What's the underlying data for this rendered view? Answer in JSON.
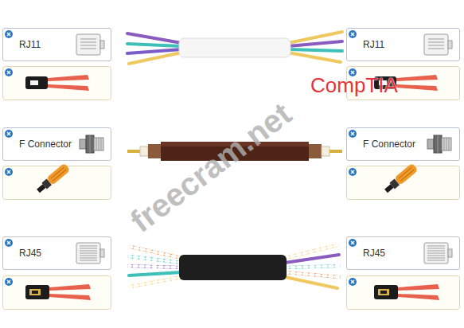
{
  "diagram": {
    "nodes": [
      {
        "text": [
          "RJ11"
        ]
      },
      {
        "text": [
          "RJ11"
        ]
      },
      {
        "text": [
          "F Connector"
        ]
      },
      {
        "text": [
          "F Connector"
        ]
      },
      {
        "text": [
          "RJ45"
        ]
      },
      {
        "text": [
          "RJ45"
        ]
      }
    ],
    "labels": [
      "CompTIA",
      "freecram.net"
    ]
  }
}
